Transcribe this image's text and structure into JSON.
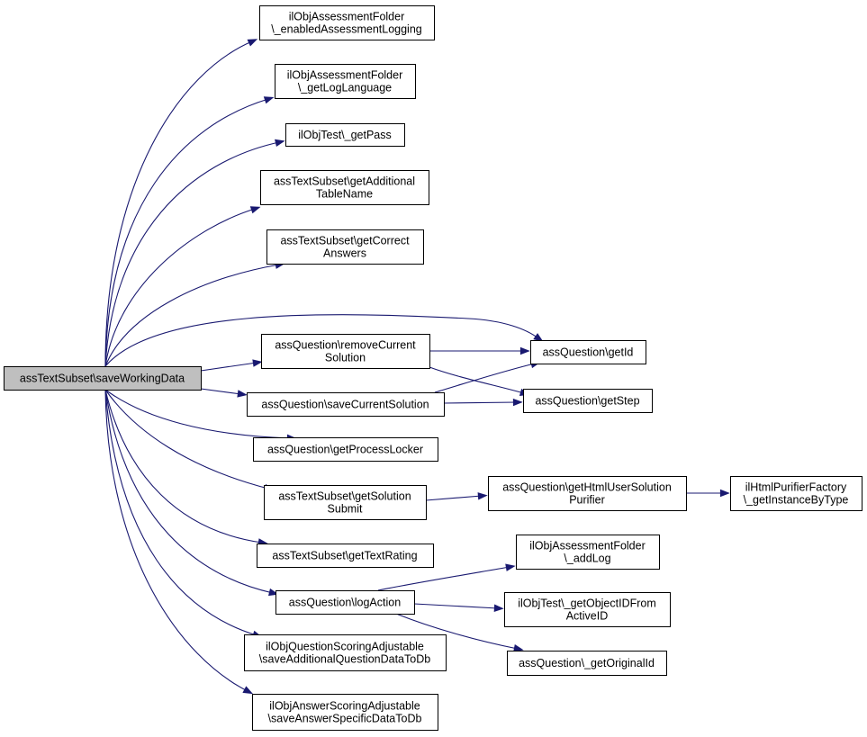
{
  "nodes": {
    "root": [
      "assTextSubset\\saveWorkingData"
    ],
    "n1": [
      "ilObjAssessmentFolder",
      "\\_enabledAssessmentLogging"
    ],
    "n2": [
      "ilObjAssessmentFolder",
      "\\_getLogLanguage"
    ],
    "n3": [
      "ilObjTest\\_getPass"
    ],
    "n4": [
      "assTextSubset\\getAdditional",
      "TableName"
    ],
    "n5": [
      "assTextSubset\\getCorrect",
      "Answers"
    ],
    "n6": [
      "assQuestion\\removeCurrent",
      "Solution"
    ],
    "n7": [
      "assQuestion\\getId"
    ],
    "n8": [
      "assQuestion\\saveCurrentSolution"
    ],
    "n9": [
      "assQuestion\\getStep"
    ],
    "n10": [
      "assQuestion\\getProcessLocker"
    ],
    "n11": [
      "assTextSubset\\getSolution",
      "Submit"
    ],
    "n12": [
      "assQuestion\\getHtmlUserSolution",
      "Purifier"
    ],
    "n13": [
      "ilHtmlPurifierFactory",
      "\\_getInstanceByType"
    ],
    "n14": [
      "assTextSubset\\getTextRating"
    ],
    "n15": [
      "ilObjAssessmentFolder",
      "\\_addLog"
    ],
    "n16": [
      "assQuestion\\logAction"
    ],
    "n17": [
      "ilObjTest\\_getObjectIDFrom",
      "ActiveID"
    ],
    "n18": [
      "assQuestion\\_getOriginalId"
    ],
    "n19": [
      "ilObjQuestionScoringAdjustable",
      "\\saveAdditionalQuestionDataToDb"
    ],
    "n20": [
      "ilObjAnswerScoringAdjustable",
      "\\saveAnswerSpecificDataToDb"
    ]
  },
  "edges": [
    [
      "root",
      "n1"
    ],
    [
      "root",
      "n2"
    ],
    [
      "root",
      "n3"
    ],
    [
      "root",
      "n4"
    ],
    [
      "root",
      "n5"
    ],
    [
      "root",
      "n7"
    ],
    [
      "root",
      "n6"
    ],
    [
      "root",
      "n8"
    ],
    [
      "root",
      "n10"
    ],
    [
      "root",
      "n11"
    ],
    [
      "root",
      "n14"
    ],
    [
      "root",
      "n16"
    ],
    [
      "root",
      "n19"
    ],
    [
      "root",
      "n20"
    ],
    [
      "n6",
      "n7"
    ],
    [
      "n6",
      "n9"
    ],
    [
      "n8",
      "n7"
    ],
    [
      "n8",
      "n9"
    ],
    [
      "n11",
      "n12"
    ],
    [
      "n12",
      "n13"
    ],
    [
      "n16",
      "n15"
    ],
    [
      "n16",
      "n17"
    ],
    [
      "n16",
      "n18"
    ]
  ],
  "colors": {
    "edge": "#191970",
    "root_fill": "#bfbfbf",
    "node_fill": "#ffffff",
    "node_border": "#000000"
  }
}
